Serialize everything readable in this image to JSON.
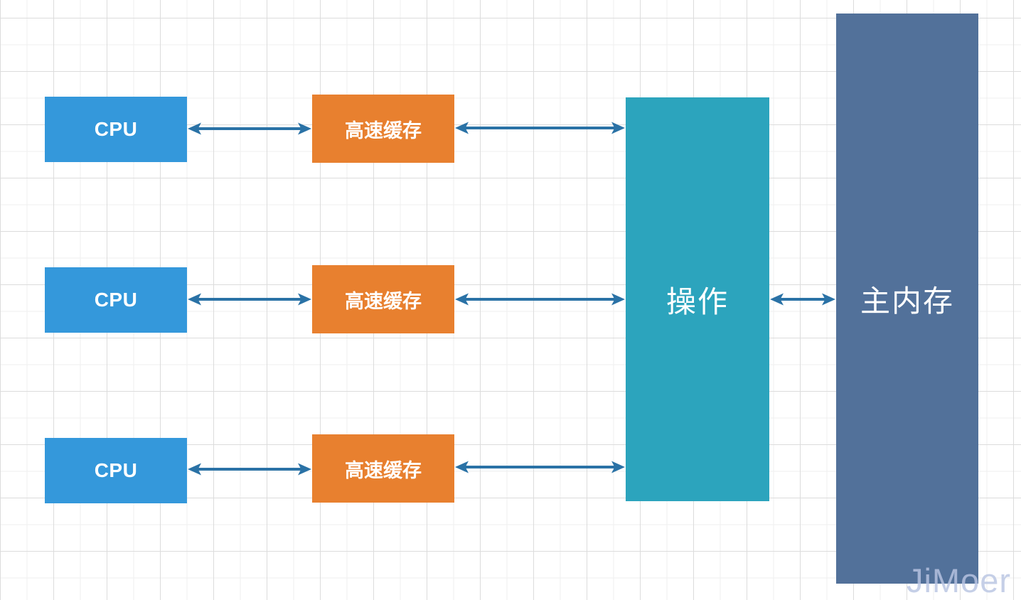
{
  "diagram": {
    "nodes": {
      "cpu": {
        "label": "CPU",
        "color": "#3498db"
      },
      "cache": {
        "label": "高速缓存",
        "color": "#e8802f"
      },
      "operation": {
        "label": "操作",
        "color": "#2ca4bd"
      },
      "main_memory": {
        "label": "主内存",
        "color": "#52719a"
      }
    },
    "connections": [
      {
        "from": "cpu-1",
        "to": "cache-1",
        "bidirectional": true
      },
      {
        "from": "cache-1",
        "to": "operation",
        "bidirectional": true
      },
      {
        "from": "cpu-2",
        "to": "cache-2",
        "bidirectional": true
      },
      {
        "from": "cache-2",
        "to": "operation",
        "bidirectional": true
      },
      {
        "from": "cpu-3",
        "to": "cache-3",
        "bidirectional": true
      },
      {
        "from": "cache-3",
        "to": "operation",
        "bidirectional": true
      },
      {
        "from": "operation",
        "to": "main_memory",
        "bidirectional": true
      }
    ],
    "colors": {
      "arrow": "#2a72a6",
      "grid_major": "#dcdcdc",
      "grid_minor": "#efefef",
      "background": "#ffffff"
    },
    "watermark": "JiMoer"
  }
}
